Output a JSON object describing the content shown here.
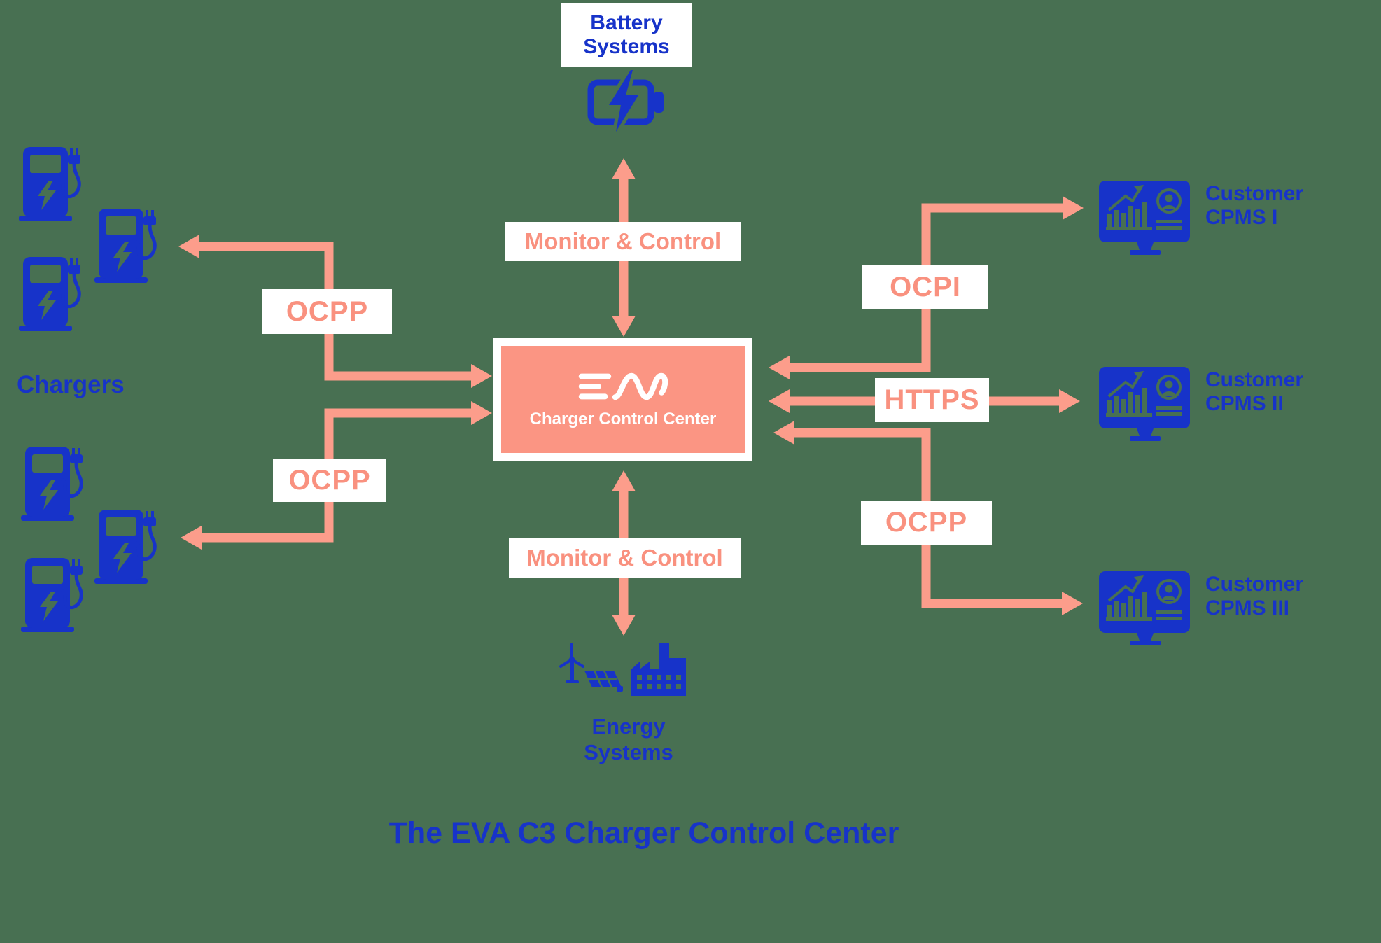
{
  "colors": {
    "background": "#487052",
    "blue": "#1733C9",
    "arrow": "#FC9D8B",
    "label_text": "#F9917F",
    "center_fill": "#FB9583",
    "white": "#FFFFFF"
  },
  "title": "The EVA C3 Charger Control Center",
  "center_box": {
    "label": "Charger Control Center",
    "logo": "eva-logo"
  },
  "battery": {
    "label": "Battery\nSystems",
    "icon": "battery-charging-icon"
  },
  "energy": {
    "label": "Energy\nSystems",
    "icons": [
      "wind-turbine-solar-panel-icon",
      "factory-icon"
    ]
  },
  "chargers": {
    "label": "Chargers",
    "icon": "ev-charger-icon"
  },
  "connections": {
    "monitor_control_top": "Monitor & Control",
    "monitor_control_bottom": "Monitor & Control",
    "ocpp_left_top": "OCPP",
    "ocpp_left_bottom": "OCPP",
    "ocpi_right": "OCPI",
    "https_right": "HTTPS",
    "ocpp_right": "OCPP"
  },
  "customers": [
    {
      "name": "Customer\nCPMS I",
      "icon": "dashboard-monitor-icon"
    },
    {
      "name": "Customer\nCPMS II",
      "icon": "dashboard-monitor-icon"
    },
    {
      "name": "Customer\nCPMS III",
      "icon": "dashboard-monitor-icon"
    }
  ]
}
